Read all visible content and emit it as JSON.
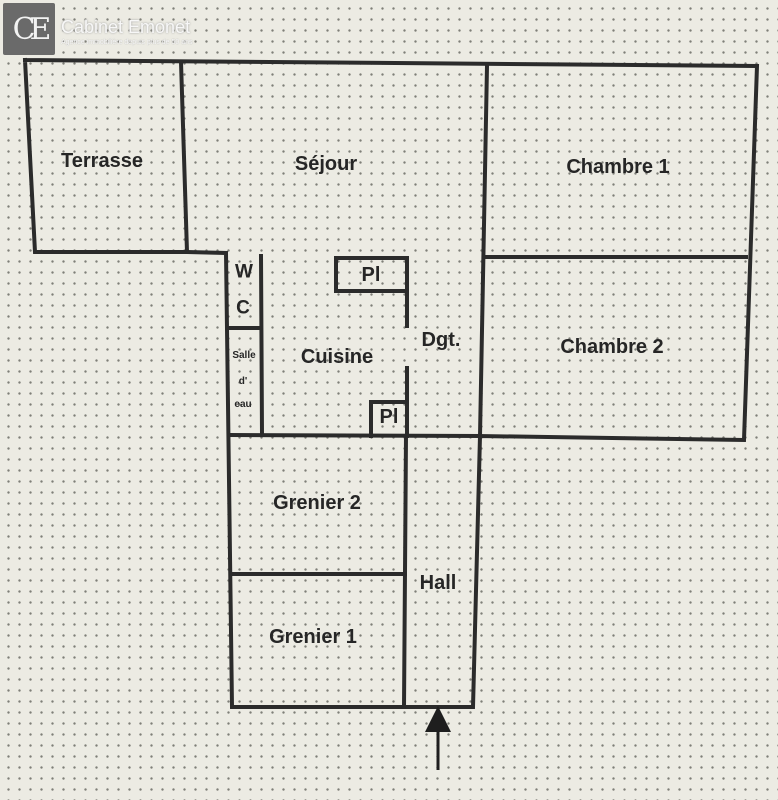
{
  "brand": {
    "logo_monogram": "CE",
    "name": "Cabinet Emonet",
    "tagline": "Agence immobilière depuis plus de 50 ans"
  },
  "rooms": {
    "terrasse": "Terrasse",
    "sejour": "Séjour",
    "chambre1": "Chambre 1",
    "chambre2": "Chambre 2",
    "wc_w": "W",
    "wc_c": "C",
    "salle_1": "Salle",
    "salle_2": "d'",
    "salle_3": "eau",
    "cuisine": "Cuisine",
    "placard_top": "Pl",
    "placard_bottom": "Pl",
    "degagement": "Dgt.",
    "grenier2": "Grenier 2",
    "grenier1": "Grenier 1",
    "hall": "Hall"
  },
  "colors": {
    "background": "#ecebe3",
    "walls": "#2b2b2b",
    "text": "#262626"
  },
  "icons": {
    "entrance": "entrance-arrow-icon"
  }
}
